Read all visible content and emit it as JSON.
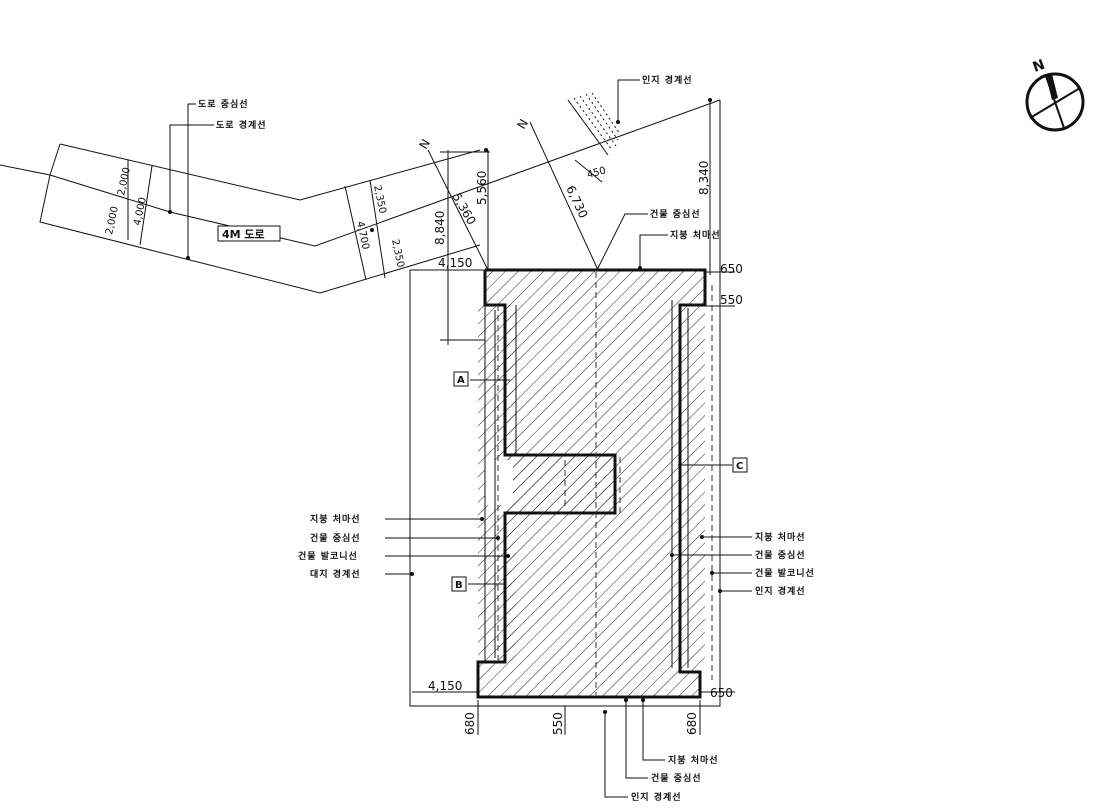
{
  "labels": {
    "road_center": "도로 중심선",
    "road_boundary": "도로 경계선",
    "neighbor_top": "인지 경계선",
    "bldg_center_top": "건물 중심선",
    "roof_eave_top": "지붕 처마선",
    "road_4m": "4M 도로",
    "left_roof": "지붕 처마선",
    "left_center": "건물 중심선",
    "left_balcony": "건물 발코니선",
    "left_site": "대지 경계선",
    "right_roof": "지붕 처마선",
    "right_center": "건물 중심선",
    "right_balcony": "건물 발코니선",
    "right_neighbor": "인지 경계선",
    "bottom_roof": "지붕 처마선",
    "bottom_center": "건물 중심선",
    "bottom_neighbor": "인지 경계선",
    "north": "N"
  },
  "markers": {
    "a": "A",
    "b": "B",
    "c": "C"
  },
  "dims": {
    "d2000a": "2,000",
    "d2000b": "2,000",
    "d4000": "4,000",
    "d2350a": "2,350",
    "d2350b": "2,350",
    "d4700": "4,700",
    "d5560": "5,560",
    "d5360": "5,360",
    "d8840": "8,840",
    "d6730": "6,730",
    "d8340": "8,340",
    "d450": "450",
    "d4150top": "4,150",
    "d650top": "650",
    "d550top": "550",
    "d4150bot": "4,150",
    "d650bot": "650",
    "d680left": "680",
    "d550bot": "550",
    "d680right": "680",
    "nz1": "N",
    "nz2": "N"
  }
}
